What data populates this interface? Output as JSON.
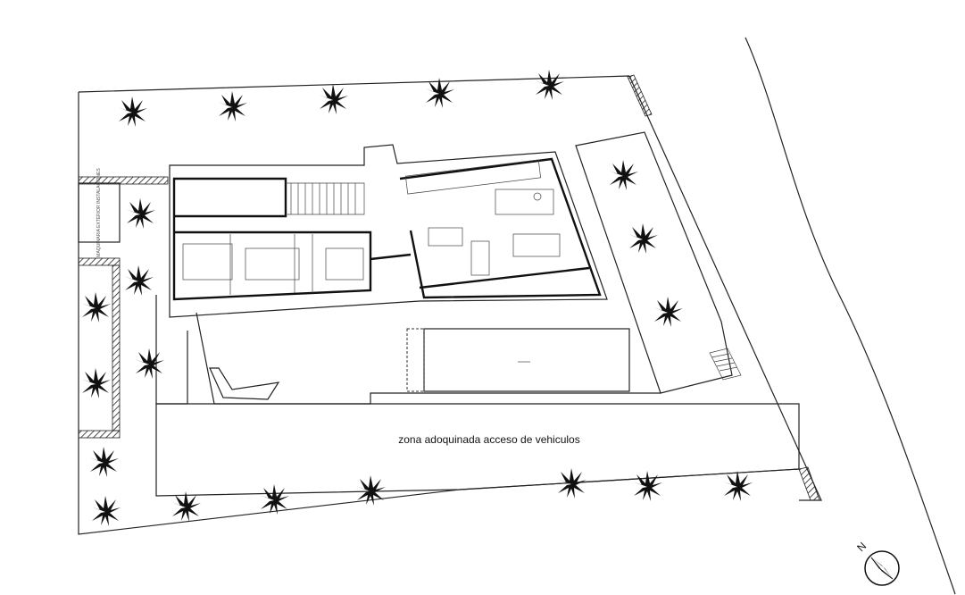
{
  "plan": {
    "driveway_label": "zona adoquinada acceso de vehiculos",
    "machinery_label": "MAQUINARIA EXTERIOR INSTALACIONES",
    "north_label": "N",
    "colors": {
      "line": "#222222",
      "background": "#ffffff"
    },
    "icons": [
      "palm-tree-icon",
      "north-arrow-icon"
    ]
  }
}
